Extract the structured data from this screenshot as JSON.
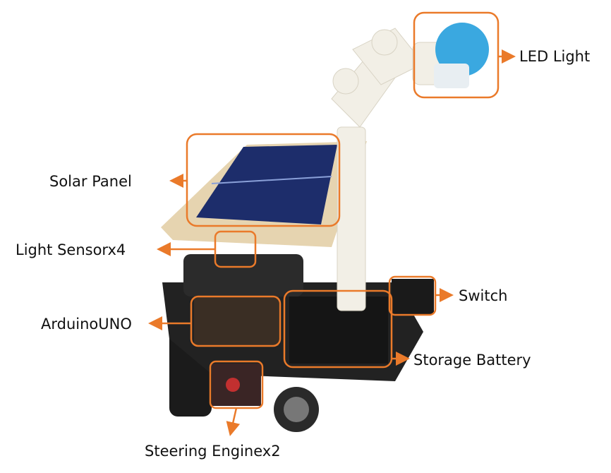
{
  "colors": {
    "accent": "#ea7a2a"
  },
  "labels": {
    "led_light": "LED Light",
    "solar_panel": "Solar Panel",
    "light_sensor": "Light Sensorx4",
    "arduino": "ArduinoUNO",
    "switch": "Switch",
    "storage_battery": "Storage Battery",
    "steering_engine": "Steering Enginex2"
  }
}
